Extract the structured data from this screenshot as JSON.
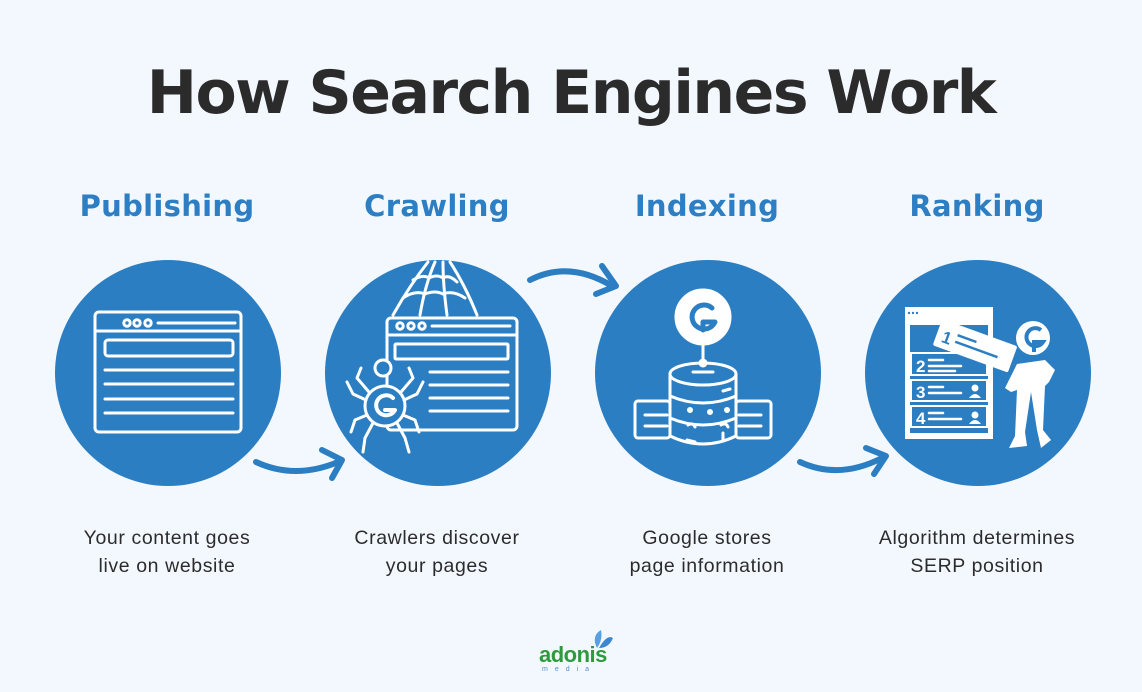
{
  "title": "How Search Engines Work",
  "colors": {
    "background": "#f3f8fe",
    "accent": "#2e7ec4",
    "circle": "#2c7ec3",
    "title": "#2b2b2b",
    "logo_green": "#2f9a3d",
    "logo_blue": "#4f8fd0"
  },
  "steps": [
    {
      "title": "Publishing",
      "description_line1": "Your content goes",
      "description_line2": "live on website",
      "icon": "browser-window-icon"
    },
    {
      "title": "Crawling",
      "description_line1": "Crawlers discover",
      "description_line2": "your pages",
      "icon": "spider-crawler-icon"
    },
    {
      "title": "Indexing",
      "description_line1": "Google stores",
      "description_line2": "page information",
      "icon": "database-index-icon"
    },
    {
      "title": "Ranking",
      "description_line1": "Algorithm determines",
      "description_line2": "SERP position",
      "icon": "serp-ranking-icon"
    }
  ],
  "ranking_icon": {
    "positions": [
      "1",
      "2",
      "3",
      "4"
    ],
    "g_label": "G"
  },
  "logo": {
    "name": "adonis",
    "sub": "media"
  }
}
